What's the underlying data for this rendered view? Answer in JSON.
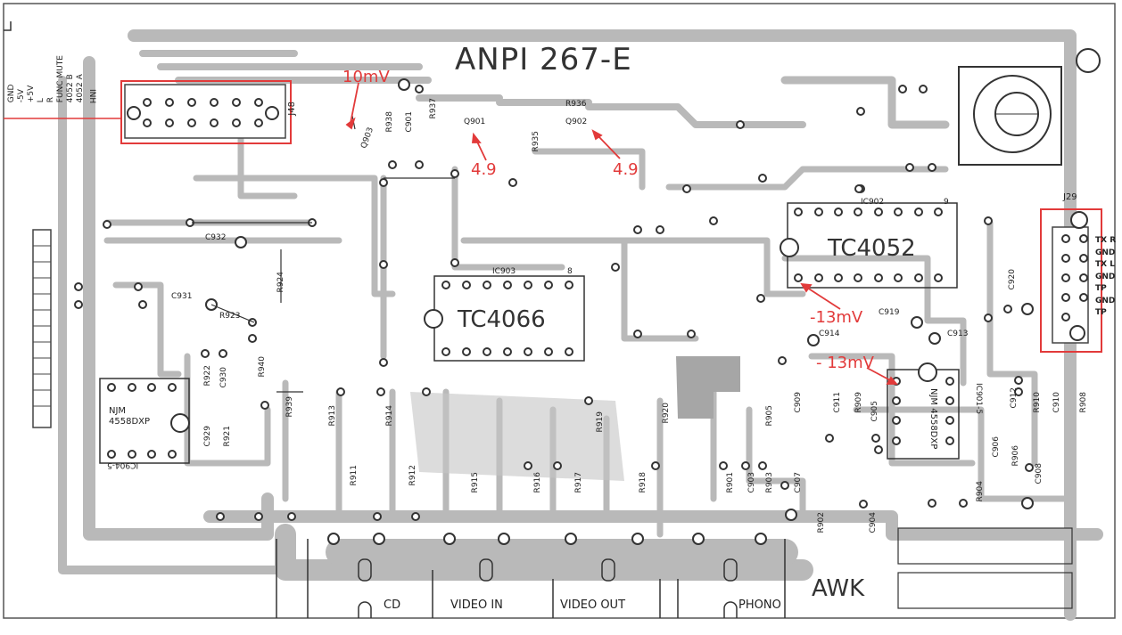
{
  "board": {
    "title": "ANPI 267-E",
    "maker": "AWK"
  },
  "connectors": {
    "j48": {
      "ref": "J48",
      "pins": [
        "4052 A",
        "4052 B",
        "INH",
        "R",
        "FUNC MUTE",
        "L",
        "+5V",
        "-5V",
        "GND"
      ]
    },
    "j29": {
      "ref": "J29",
      "pins": [
        "TX R",
        "GND",
        "TX L",
        "GND",
        "TP",
        "GND",
        "TP"
      ]
    }
  },
  "chips": {
    "ic902": {
      "ref": "IC902",
      "part": "TC4052",
      "pin_marker": "9"
    },
    "ic903": {
      "ref": "IC903",
      "part": "TC4066",
      "pin_marker": "8"
    },
    "ic904": {
      "ref": "IC904-5",
      "part": "NJM 4558DXP"
    },
    "ic901": {
      "ref": "IC901-5",
      "part": "NJM 4558DXP"
    }
  },
  "measurements": {
    "m1": "10mV",
    "m2": "4.9",
    "m3": "4.9",
    "m4": "-13mV",
    "m5": "- 13mV"
  },
  "jack_labels": [
    "CD",
    "VIDEO IN",
    "VIDEO OUT",
    "PHONO"
  ],
  "components": [
    "R938",
    "C901",
    "R937",
    "Q901",
    "R935",
    "R936",
    "Q902",
    "Q903",
    "C932",
    "R924",
    "C931",
    "R923",
    "R940",
    "C930",
    "R922",
    "R921",
    "C929",
    "R939",
    "R913",
    "R914",
    "R911",
    "R912",
    "R915",
    "R916",
    "R917",
    "R918",
    "R919",
    "R920",
    "C920",
    "C919",
    "C914",
    "C913",
    "R905",
    "C909",
    "C911",
    "R909",
    "C905",
    "C912",
    "R910",
    "C910",
    "R908",
    "C906",
    "R906",
    "C908",
    "R904",
    "R901",
    "C903",
    "R903",
    "C907",
    "R902",
    "C904"
  ],
  "colors": {
    "trace": "#b9b9b9",
    "trace_dark": "#9a9a9a",
    "annotation": "#e23a3a",
    "ink": "#333333"
  }
}
